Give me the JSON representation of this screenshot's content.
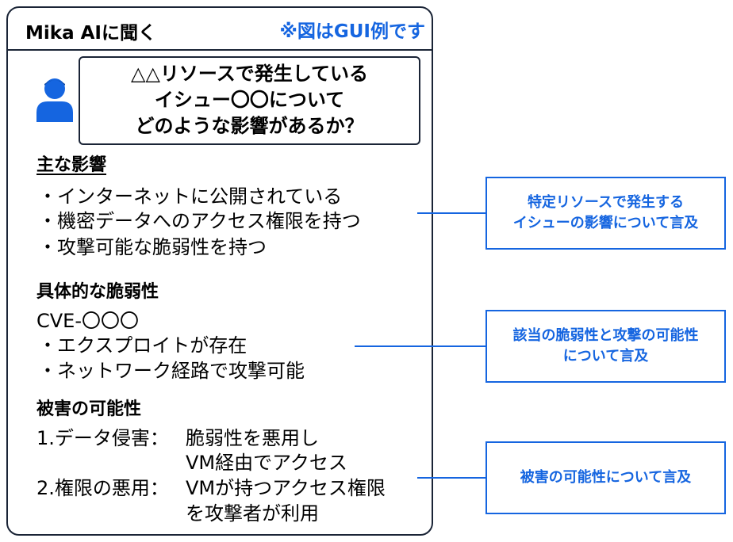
{
  "colors": {
    "accent": "#1565e0",
    "border": "#1a2436",
    "icon": "#1565e0"
  },
  "icons": {
    "user": "person-icon"
  },
  "panel": {
    "title": "Mika AIに聞く",
    "note": "※図はGUI例です"
  },
  "question": {
    "lines": [
      "△△リソースで発生している",
      "イシュー〇〇について",
      "どのような影響があるか？"
    ]
  },
  "sections": {
    "impact": {
      "heading": "主な影響",
      "items": [
        "・インターネットに公開されている",
        "・機密データへのアクセス権限を持つ",
        "・攻撃可能な脆弱性を持つ"
      ]
    },
    "vulnerability": {
      "heading": "具体的な脆弱性",
      "cve": "CVE-〇〇〇",
      "items": [
        "・エクスプロイトが存在",
        "・ネットワーク経路で攻撃可能"
      ]
    },
    "damage": {
      "heading": "被害の可能性",
      "items": [
        {
          "label": "1.データ侵害：",
          "lines": [
            "脆弱性を悪用し",
            "VM経由でアクセス"
          ]
        },
        {
          "label": "2.権限の悪用：",
          "lines": [
            "VMが持つアクセス権限",
            "を攻撃者が利用"
          ]
        }
      ]
    }
  },
  "callouts": [
    {
      "lines": [
        "特定リソースで発生する",
        "イシューの影響について言及"
      ]
    },
    {
      "lines": [
        "該当の脆弱性と攻撃の可能性",
        "について言及"
      ]
    },
    {
      "lines": [
        "被害の可能性について言及"
      ]
    }
  ]
}
